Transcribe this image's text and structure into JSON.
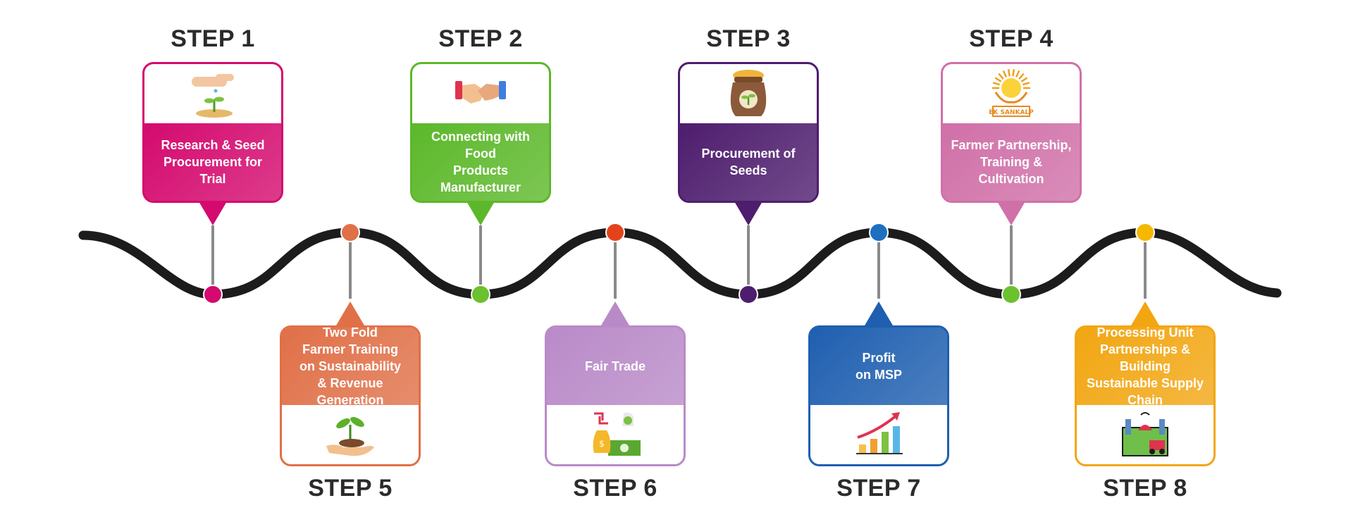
{
  "steps": [
    {
      "title": "STEP 1",
      "text": "Research & Seed\nProcurement for Trial",
      "icon": "seedling-hand-icon",
      "color": "#d40a6e"
    },
    {
      "title": "STEP 2",
      "text": "Connecting with Food\nProducts Manufacturer",
      "icon": "handshake-icon",
      "color": "#5cb82a"
    },
    {
      "title": "STEP 3",
      "text": "Procurement of\nSeeds",
      "icon": "seed-sack-icon",
      "color": "#4e1d6e"
    },
    {
      "title": "STEP 4",
      "text": "Farmer Partnership,\nTraining & Cultivation",
      "icon": "ek-sankalp-logo-icon",
      "color": "#d070a8",
      "logo_text": "EK SANKALP"
    },
    {
      "title": "STEP 5",
      "text": "Two Fold\nFarmer Training\non Sustainability\n& Revenue Generation",
      "icon": "plant-in-hand-icon",
      "color": "#e07048"
    },
    {
      "title": "STEP 6",
      "text": "Fair Trade",
      "icon": "money-exchange-icon",
      "color": "#b98ac8"
    },
    {
      "title": "STEP 7",
      "text": "Profit\non MSP",
      "icon": "growth-chart-icon",
      "color": "#1f5fb0"
    },
    {
      "title": "STEP 8",
      "text": "Processing Unit\nPartnerships & Building\nSustainable Supply\nChain",
      "icon": "processing-unit-icon",
      "color": "#f2a612"
    }
  ],
  "dot_colors": [
    "#d40a6e",
    "#e07048",
    "#6cc12e",
    "#e5421c",
    "#4e1d6e",
    "#1e6fc0",
    "#6cc12e",
    "#f5b800"
  ]
}
